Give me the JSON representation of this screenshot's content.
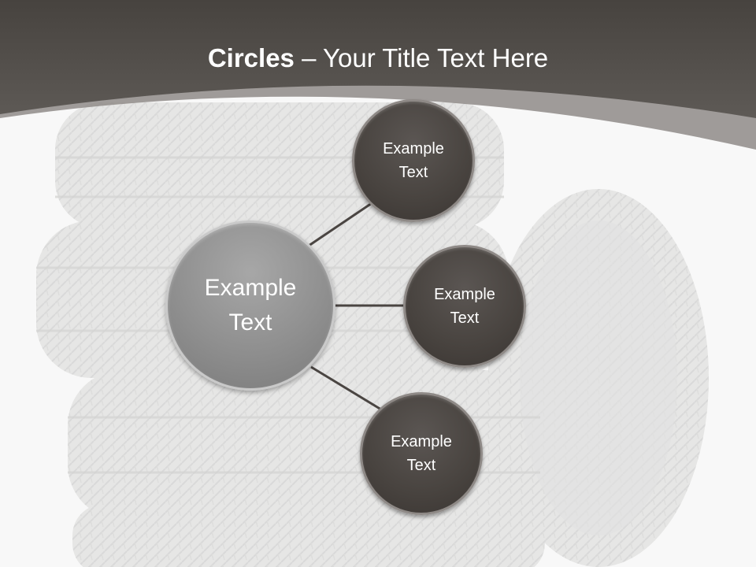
{
  "title": {
    "bold": "Circles",
    "rest": " – Your Title Text Here"
  },
  "center": {
    "line1": "Example",
    "line2": "Text"
  },
  "nodes": [
    {
      "line1": "Example",
      "line2": "Text"
    },
    {
      "line1": "Example",
      "line2": "Text"
    },
    {
      "line1": "Example",
      "line2": "Text"
    }
  ],
  "colors": {
    "header": "#4e4a47",
    "band": "#8f8b88",
    "small_circle": "#48433f",
    "big_circle": "#8f8f8f",
    "connector": "#4a4542"
  }
}
